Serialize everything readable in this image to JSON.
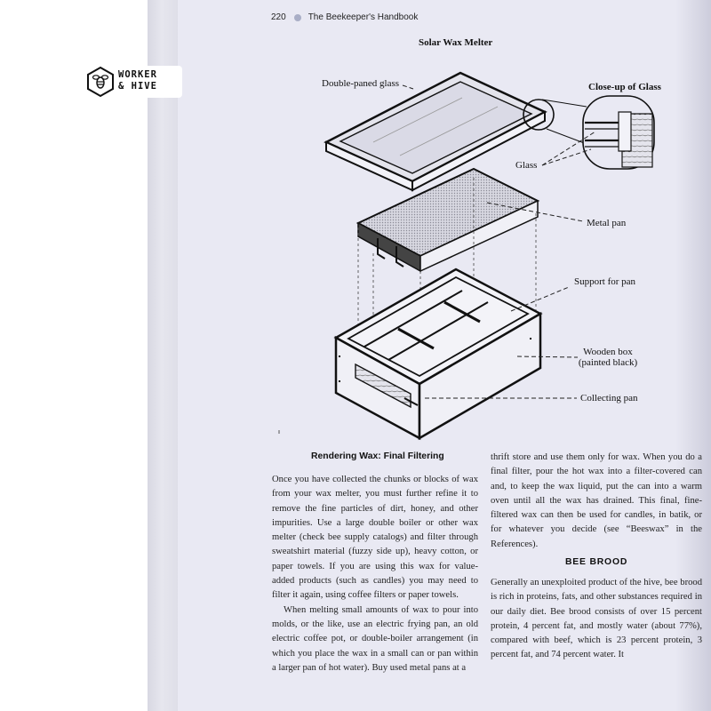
{
  "logo": {
    "line1": "WORKER",
    "line2": "& HIVE"
  },
  "header": {
    "page_number": "220",
    "book_title": "The Beekeeper's Handbook"
  },
  "diagram": {
    "title": "Solar Wax Melter",
    "closeup_title": "Close-up of Glass",
    "labels": {
      "double_paned_glass": "Double-paned glass",
      "glass": "Glass",
      "metal_pan": "Metal pan",
      "support_for_pan": "Support for pan",
      "wooden_box_1": "Wooden box",
      "wooden_box_2": "(painted black)",
      "collecting_pan": "Collecting pan"
    }
  },
  "left_column": {
    "heading": "Rendering Wax: Final Filtering",
    "paragraphs": [
      "Once you have collected the chunks or blocks of wax from your wax melter, you must further refine it to remove the fine particles of dirt, honey, and other impurities. Use a large double boiler or other wax melter (check bee supply catalogs) and filter through sweatshirt material (fuzzy side up), heavy cotton, or paper towels. If you are using this wax for value-added products (such as candles) you may need to filter it again, using coffee filters or paper towels.",
      "When melting small amounts of wax to pour into molds, or the like, use an electric frying pan, an old electric coffee pot, or double-boiler arrangement (in which you place the wax in a small can or pan within a larger pan of hot water). Buy used metal pans at a"
    ]
  },
  "right_column": {
    "paragraph_top": "thrift store and use them only for wax. When you do a final filter, pour the hot wax into a filter-covered can and, to keep the wax liquid, put the can into a warm oven until all the wax has drained. This final, fine-filtered wax can then be used for candles, in batik, or for whatever you decide (see “Beeswax” in the References).",
    "heading": "BEE BROOD",
    "paragraph_bottom": "Generally an unexploited product of the hive, bee brood is rich in proteins, fats, and other substances required in our daily diet. Bee brood consists of over 15 percent protein, 4 percent fat, and mostly water (about 77%), compared with beef, which is 23 percent protein, 3 percent fat, and 74 percent water. It"
  }
}
